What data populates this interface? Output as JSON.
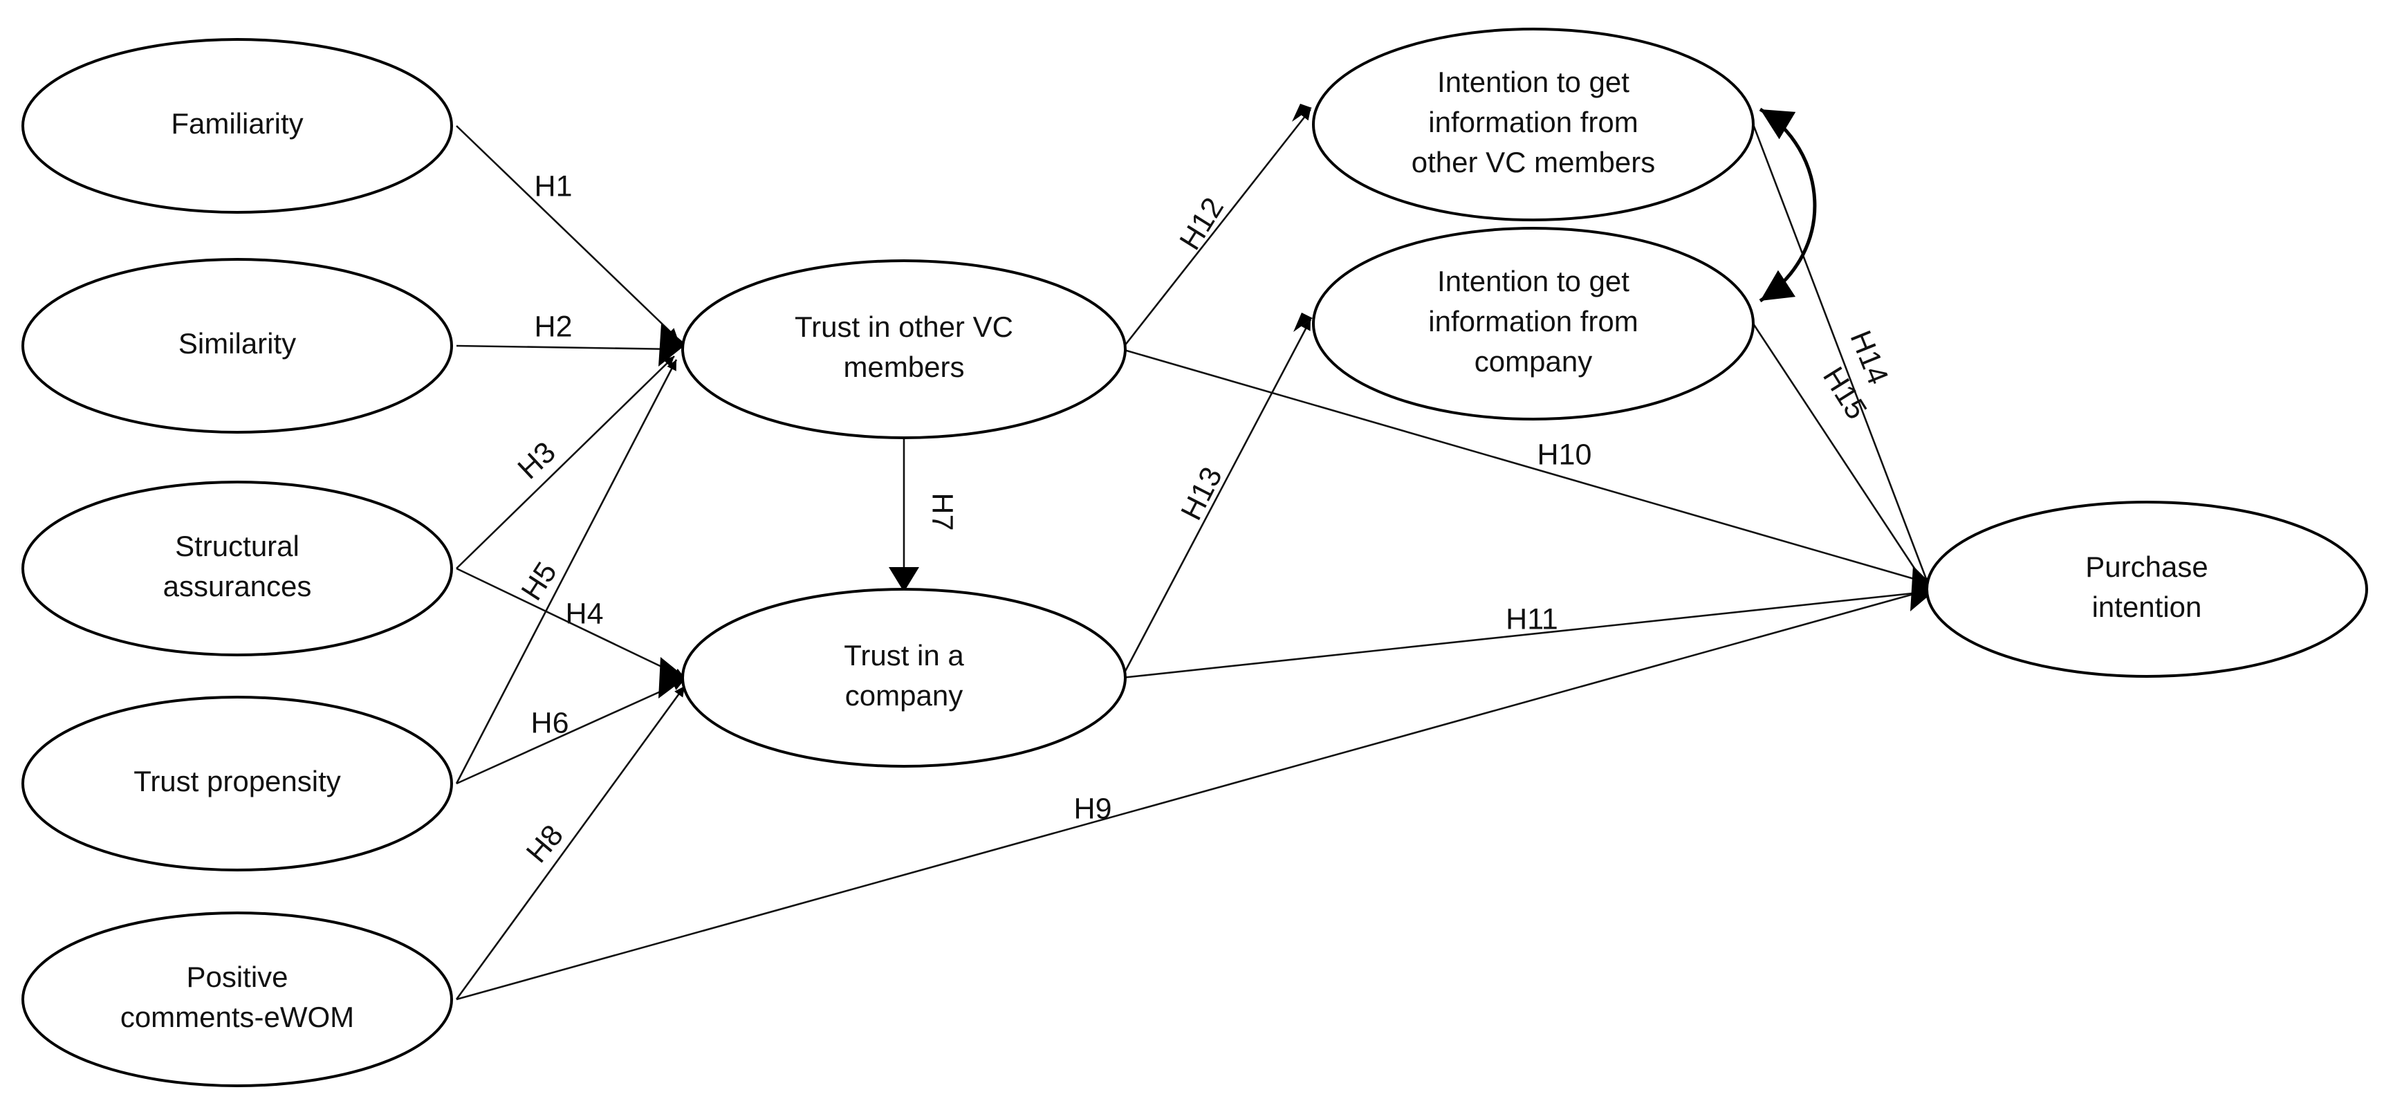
{
  "nodes": [
    {
      "id": "familiarity",
      "lines": [
        "Familiarity"
      ]
    },
    {
      "id": "similarity",
      "lines": [
        "Similarity"
      ]
    },
    {
      "id": "structural",
      "lines": [
        "Structural",
        "assurances"
      ]
    },
    {
      "id": "propensity",
      "lines": [
        "Trust propensity"
      ]
    },
    {
      "id": "ewom",
      "lines": [
        "Positive",
        "comments-eWOM"
      ]
    },
    {
      "id": "trustvc",
      "lines": [
        "Trust in other VC",
        "members"
      ]
    },
    {
      "id": "trustco",
      "lines": [
        "Trust in a",
        "company"
      ]
    },
    {
      "id": "infovc",
      "lines": [
        "Intention to get",
        "information from",
        "other VC members"
      ]
    },
    {
      "id": "infoco",
      "lines": [
        "Intention to get",
        "information from",
        "company"
      ]
    },
    {
      "id": "purchase",
      "lines": [
        "Purchase",
        "intention"
      ]
    }
  ],
  "edges": [
    {
      "from": "familiarity",
      "to": "trustvc",
      "label": "H1"
    },
    {
      "from": "similarity",
      "to": "trustvc",
      "label": "H2"
    },
    {
      "from": "structural",
      "to": "trustvc",
      "label": "H3"
    },
    {
      "from": "structural",
      "to": "trustco",
      "label": "H4"
    },
    {
      "from": "propensity",
      "to": "trustvc",
      "label": "H5"
    },
    {
      "from": "propensity",
      "to": "trustco",
      "label": "H6"
    },
    {
      "from": "trustvc",
      "to": "trustco",
      "label": "H7"
    },
    {
      "from": "ewom",
      "to": "trustco",
      "label": "H8"
    },
    {
      "from": "ewom",
      "to": "purchase",
      "label": "H9"
    },
    {
      "from": "trustvc",
      "to": "purchase",
      "label": "H10"
    },
    {
      "from": "trustco",
      "to": "purchase",
      "label": "H11"
    },
    {
      "from": "trustvc",
      "to": "infovc",
      "label": "H12"
    },
    {
      "from": "trustco",
      "to": "infoco",
      "label": "H13"
    },
    {
      "from": "infovc",
      "to": "purchase",
      "label": "H14"
    },
    {
      "from": "infoco",
      "to": "purchase",
      "label": "H15"
    }
  ],
  "correlations": [
    {
      "from": "infovc",
      "to": "infoco"
    }
  ]
}
